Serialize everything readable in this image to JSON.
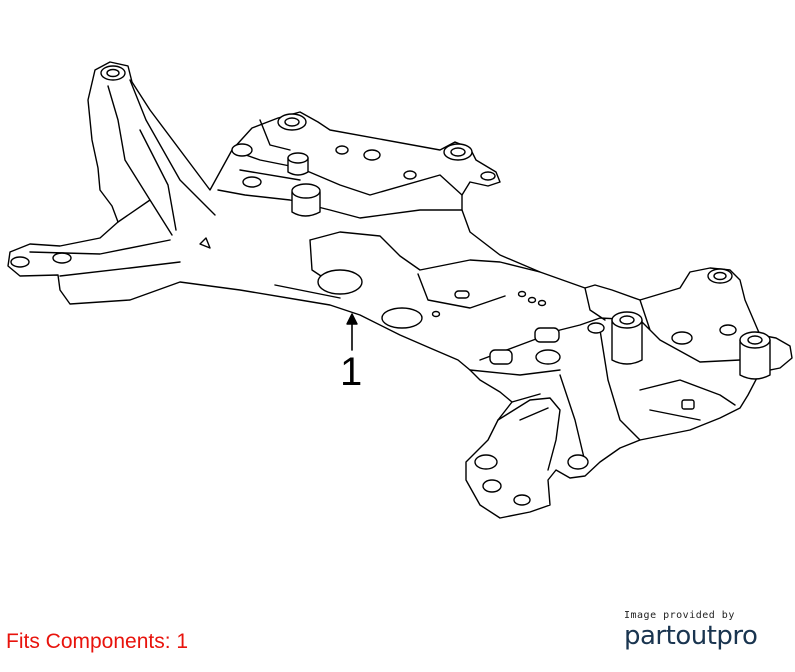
{
  "diagram": {
    "callouts": [
      {
        "number": "1"
      }
    ]
  },
  "footer": {
    "fits_text": "Fits Components: 1",
    "fits_color": "#e8130c",
    "credit_line": "Image provided by",
    "brand": "partoutpro",
    "brand_color": "#1a3550"
  }
}
